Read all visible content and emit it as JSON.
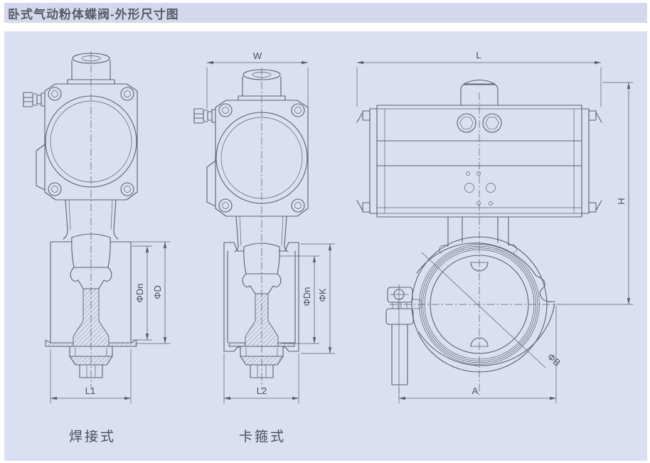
{
  "title": "卧式气动粉体蝶阀-外形尺寸图",
  "colors": {
    "page_bg": "#ffffff",
    "titlebar_bg": "#d3d8ec",
    "panel_bg": "#dbdff2",
    "line": "#5c6170",
    "text": "#4a4f5a",
    "title_text": "#585d68"
  },
  "views": {
    "welded": {
      "caption": "焊接式",
      "dim_dn": "ΦDn",
      "dim_d": "ΦD",
      "dim_l1": "L1"
    },
    "clamp": {
      "caption": "卡箍式",
      "dim_w": "W",
      "dim_dn": "ΦDn",
      "dim_k": "ΦK",
      "dim_l2": "L2"
    },
    "side": {
      "dim_l": "L",
      "dim_h": "H",
      "dim_b": "ΦB",
      "dim_a": "A"
    }
  }
}
